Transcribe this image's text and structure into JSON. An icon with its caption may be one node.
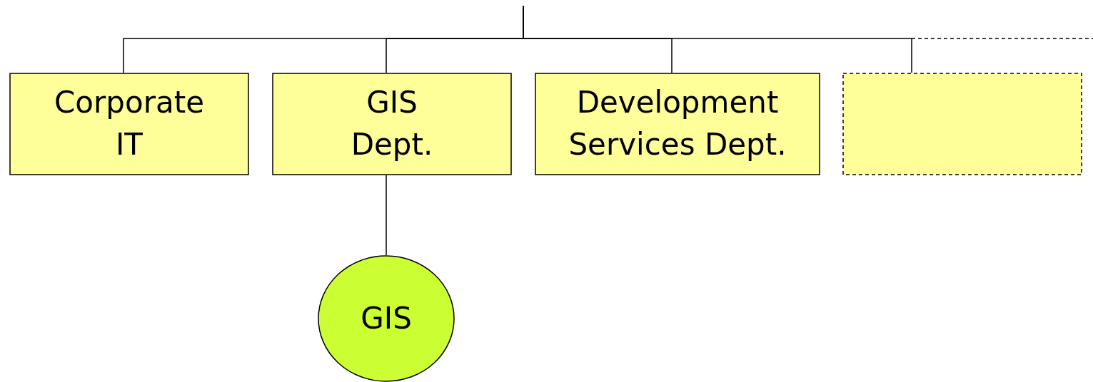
{
  "diagram": {
    "nodes": [
      {
        "text": [
          "Corporate IT"
        ]
      },
      {
        "text": [
          "GIS Dept."
        ]
      },
      {
        "text": [
          "Development Services Dept."
        ]
      },
      {
        "text": [],
        "shape": "box"
      },
      {
        "text": [
          "GIS"
        ]
      }
    ],
    "edges": [
      {
        "from": null,
        "to": 0,
        "arrow": "none"
      },
      {
        "from": null,
        "to": 1,
        "arrow": "none"
      },
      {
        "from": null,
        "to": 2,
        "arrow": "none"
      },
      {
        "from": null,
        "to": 3,
        "arrow": "none"
      },
      {
        "from": 1,
        "to": 4,
        "arrow": "none"
      }
    ]
  }
}
